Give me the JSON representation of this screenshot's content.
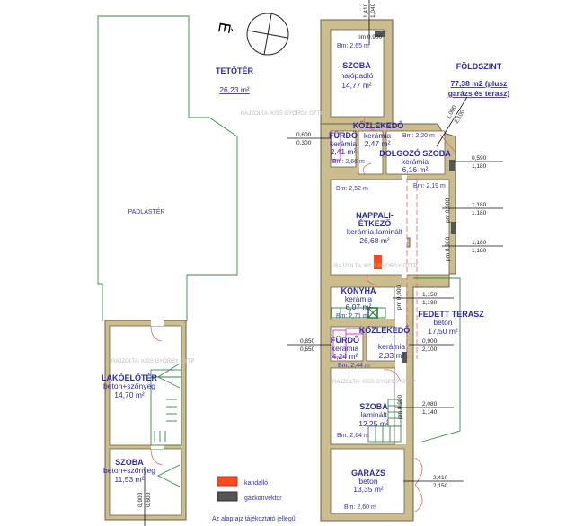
{
  "compass": {
    "north_label": "É"
  },
  "attic": {
    "title": "TETŐTÉR",
    "area": "26,23 m²",
    "space_label": "PADLÁSTÉR"
  },
  "ground": {
    "title": "FÖLDSZINT",
    "area_line1": "77,38 m2 (plusz",
    "area_line2": "garázs és terasz)"
  },
  "rooms": {
    "szoba1": {
      "name": "SZOBA",
      "floor": "hajópadló",
      "area": "14,77 m²",
      "height": "Bm: 2,65 m"
    },
    "furdo1": {
      "name": "FÜRDŐ",
      "floor": "kerámia",
      "area": "2,41 m²",
      "height": "Bm: 2,66 m"
    },
    "kozl1": {
      "name": "KÖZLEKEDŐ",
      "floor": "kerámia",
      "area": "2,47 m²"
    },
    "dolgozo": {
      "name": "DOLGOZÓ SZOBA",
      "floor": "kerámia",
      "area": "6,16 m²",
      "height": "Bm: 2,20 m"
    },
    "nappali": {
      "name1": "NAPPALI-",
      "name2": "ÉTKEZŐ",
      "floor": "kerámia-laminált",
      "area": "26,68 m²",
      "height": "Bm: 2,52 m",
      "height2": "Bm: 2,19 m"
    },
    "konyha": {
      "name": "KONYHA",
      "floor": "kerámia",
      "area": "6,07 m²",
      "height": "Bm: 2,71 m"
    },
    "terasz": {
      "name": "FEDETT TERASZ",
      "floor": "beton",
      "area": "17,50 m²"
    },
    "furdo2": {
      "name": "FÜRDŐ",
      "floor": "kerámia",
      "area": "4,24 m²",
      "height": "Bm: 2,44 m"
    },
    "kozl2": {
      "name": "KÖZLEKEDŐ",
      "floor": "kerámia",
      "area": "2,33 m²"
    },
    "szoba2": {
      "name": "SZOBA",
      "floor": "laminált",
      "area": "12,25 m²",
      "height": "Bm: 2,64 m"
    },
    "garazs": {
      "name": "GARÁZS",
      "floor": "beton",
      "area": "13,35 m²",
      "height": "Bm: 2,60 m"
    },
    "lakoeloter": {
      "name": "LAKÓELŐTÉR",
      "floor": "beton+szőnyeg",
      "area": "14,70 m²"
    },
    "szoba3": {
      "name": "SZOBA",
      "floor": "beton+szőnyeg",
      "area": "11,53 m²"
    }
  },
  "dims": {
    "top_a": "1,410",
    "top_b": "1,040",
    "pm_top": "pm 0,900",
    "f1_a": "0,600",
    "f1_b": "0,300",
    "diag_a": "1,000",
    "diag_b": "2,100",
    "r1_a": "0,590",
    "r1_b": "1,180",
    "r2_a": "1,180",
    "r2_b": "1,180",
    "r3_a": "1,180",
    "r3_b": "1,180",
    "pm_r2": "pm 0,900",
    "pm_r3": "pm 0,900",
    "k_a": "1,150",
    "k_b": "1,190",
    "pm_k": "pm 0,900",
    "f2_a": "0,850",
    "f2_b": "0,650",
    "t_a": "0,900",
    "t_b": "2,100",
    "s2_a": "2,080",
    "s2_b": "1,140",
    "pm_s2": "pm 0,900",
    "g_a": "2,410",
    "g_b": "2,150",
    "l_a": "0,900",
    "l_b": "0,600"
  },
  "legend": {
    "items": [
      {
        "label": "kandalló",
        "color": "#ff4a1c"
      },
      {
        "label": "gázkonvektor",
        "color": "#555555"
      }
    ],
    "note": "Az alaprajz tájékoztató jellegű!"
  },
  "watermark": "RAJZOLTA: KISS GYÖRGY OTTP"
}
